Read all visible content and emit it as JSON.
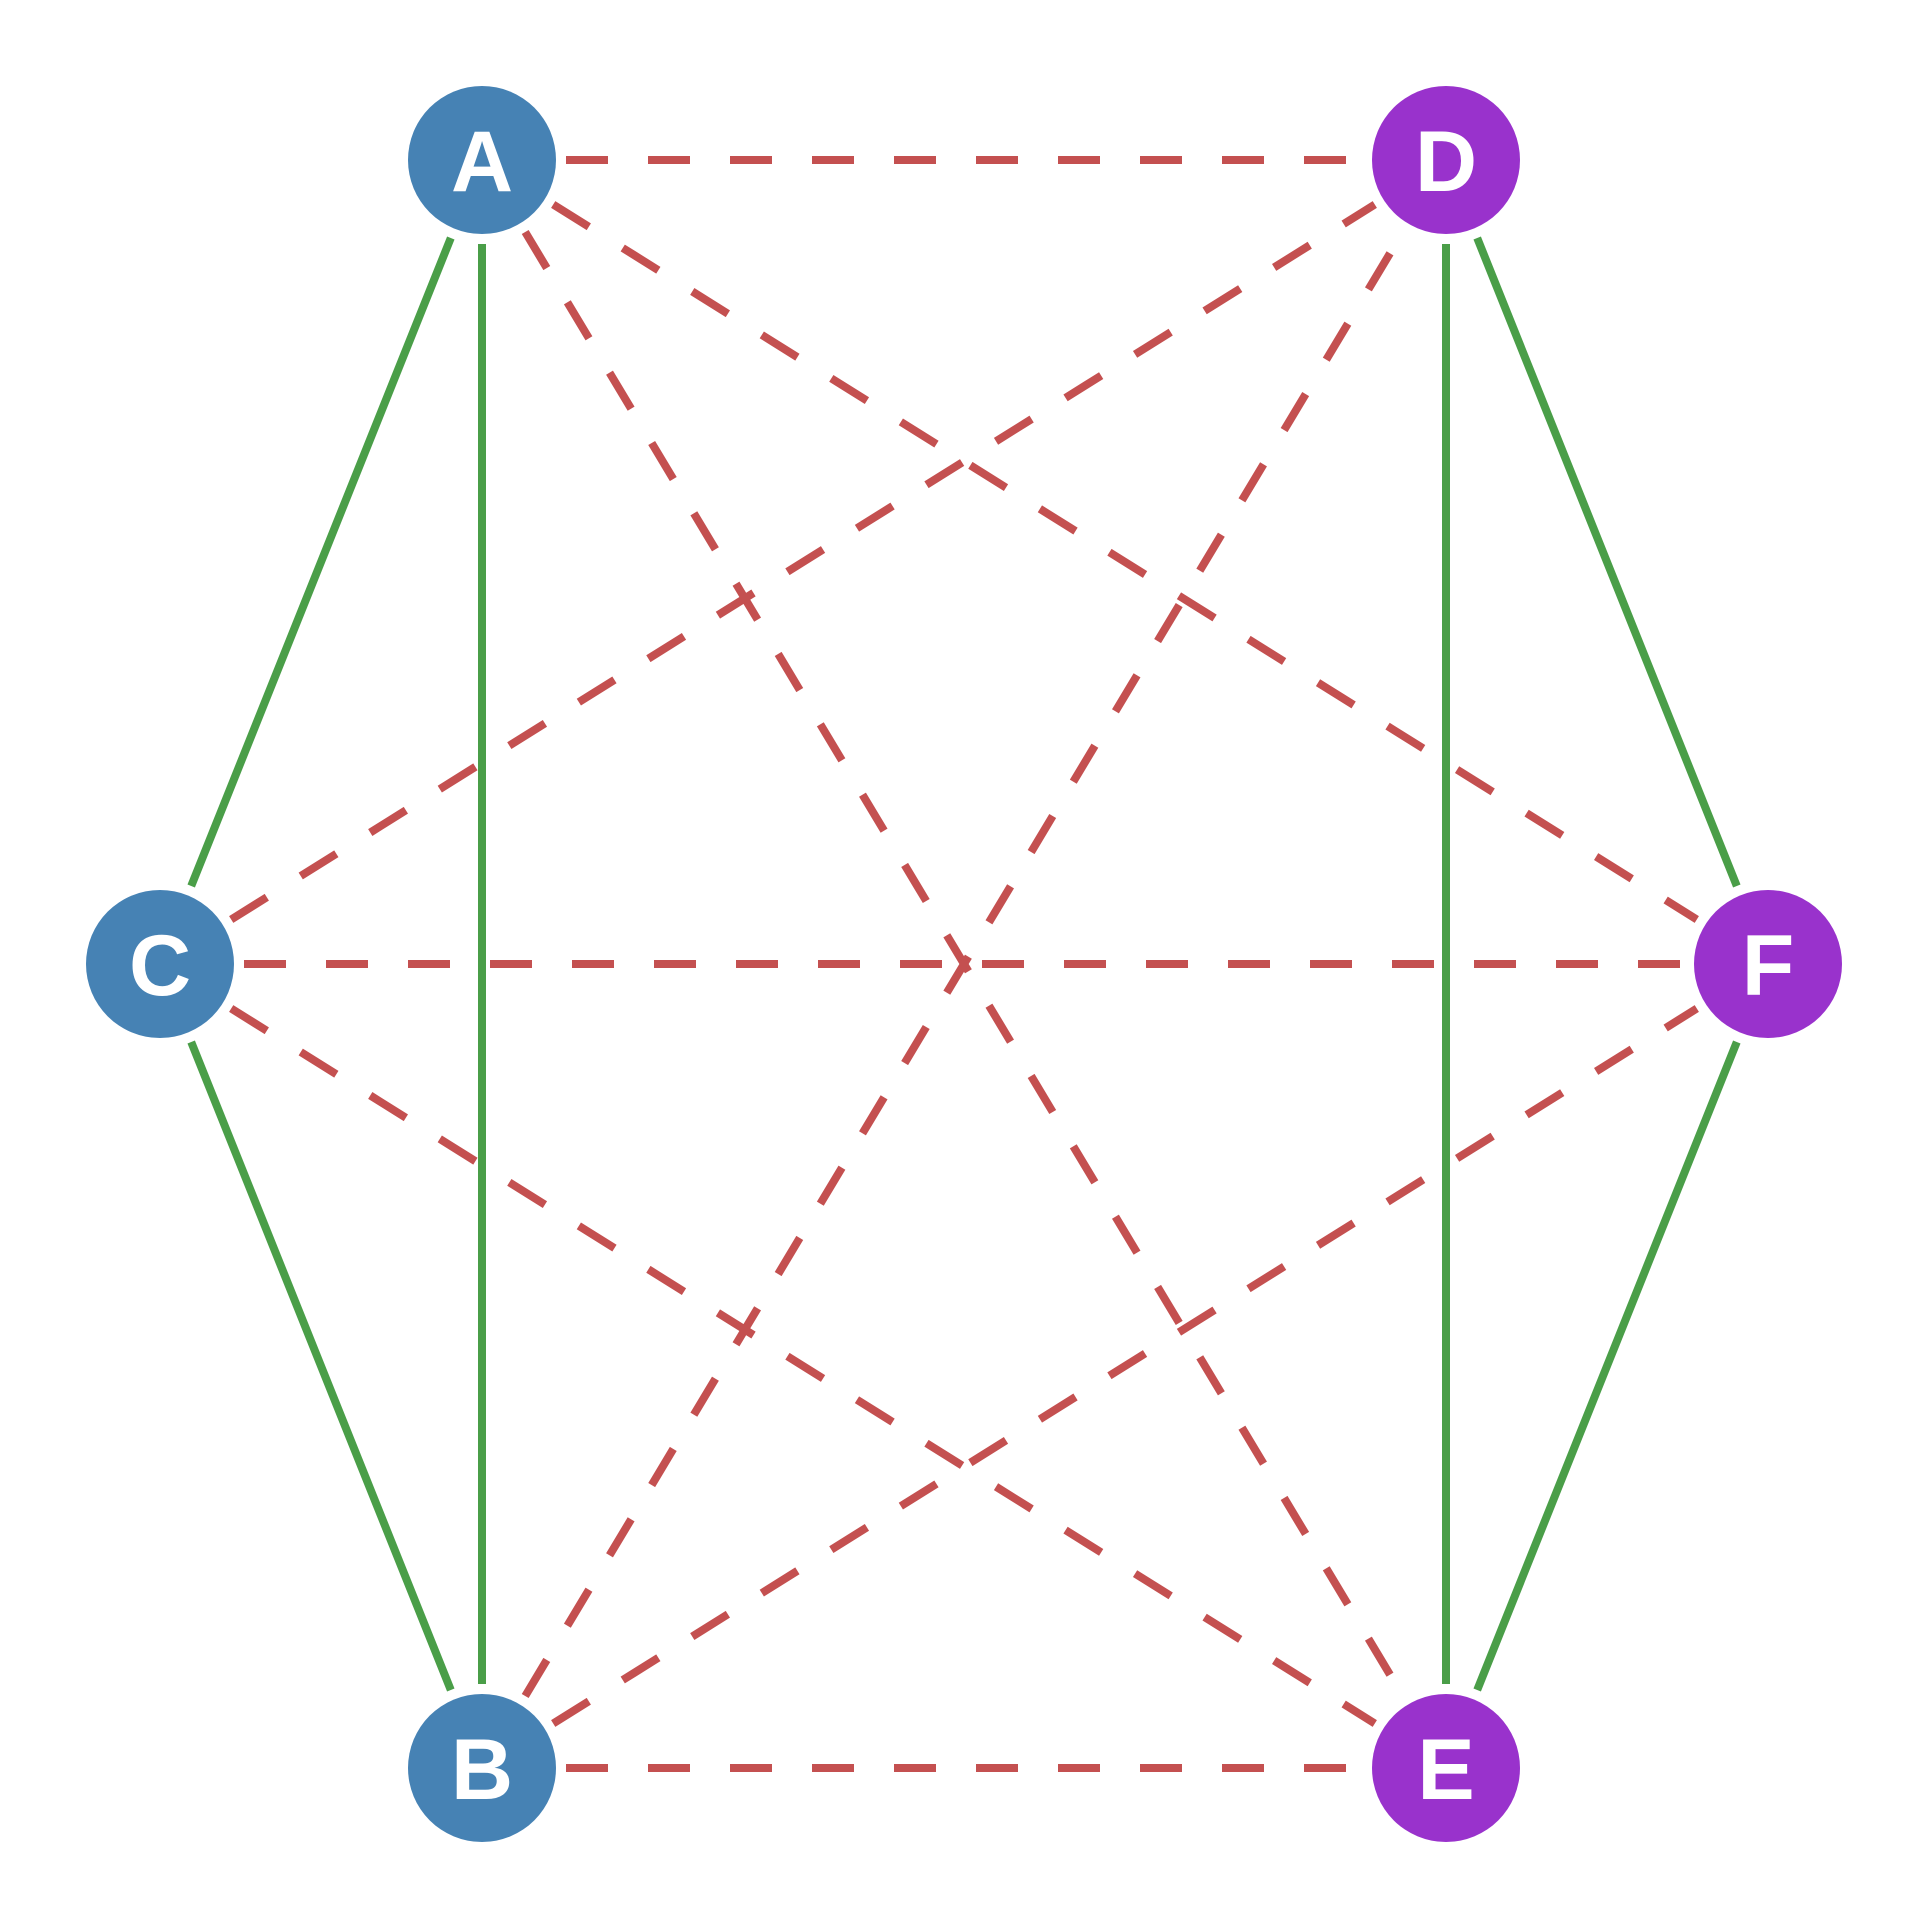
{
  "graph": {
    "colors": {
      "node_blue": "#4682b4",
      "node_purple": "#9932cc",
      "edge_solid": "#4a9e48",
      "edge_dashed": "#c45050",
      "label": "#ffffff",
      "background": "#ffffff"
    },
    "nodes": [
      {
        "id": "A",
        "label": "A",
        "group": "blue"
      },
      {
        "id": "B",
        "label": "B",
        "group": "blue"
      },
      {
        "id": "C",
        "label": "C",
        "group": "blue"
      },
      {
        "id": "D",
        "label": "D",
        "group": "purple"
      },
      {
        "id": "E",
        "label": "E",
        "group": "purple"
      },
      {
        "id": "F",
        "label": "F",
        "group": "purple"
      }
    ],
    "edges": [
      {
        "from": "A",
        "to": "B",
        "style": "solid"
      },
      {
        "from": "A",
        "to": "C",
        "style": "solid"
      },
      {
        "from": "B",
        "to": "C",
        "style": "solid"
      },
      {
        "from": "D",
        "to": "E",
        "style": "solid"
      },
      {
        "from": "D",
        "to": "F",
        "style": "solid"
      },
      {
        "from": "E",
        "to": "F",
        "style": "solid"
      },
      {
        "from": "A",
        "to": "D",
        "style": "dashed"
      },
      {
        "from": "A",
        "to": "E",
        "style": "dashed"
      },
      {
        "from": "A",
        "to": "F",
        "style": "dashed"
      },
      {
        "from": "B",
        "to": "D",
        "style": "dashed"
      },
      {
        "from": "B",
        "to": "E",
        "style": "dashed"
      },
      {
        "from": "B",
        "to": "F",
        "style": "dashed"
      },
      {
        "from": "C",
        "to": "D",
        "style": "dashed"
      },
      {
        "from": "C",
        "to": "E",
        "style": "dashed"
      },
      {
        "from": "C",
        "to": "F",
        "style": "dashed"
      }
    ]
  }
}
